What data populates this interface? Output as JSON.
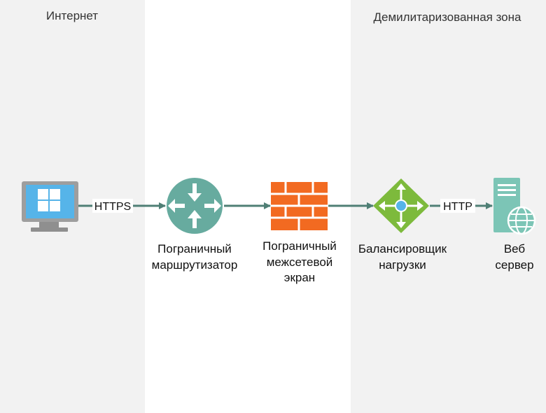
{
  "zones": {
    "internet": "Интернет",
    "dmz": "Демилитаризованная зона"
  },
  "nodes": {
    "client": {
      "icon": "windows-computer-icon"
    },
    "router": {
      "label_lines": [
        "Пограничный",
        "маршрутизатор"
      ],
      "icon": "router-icon"
    },
    "firewall": {
      "label_lines": [
        "Пограничный",
        "межсетевой",
        "экран"
      ],
      "icon": "firewall-icon"
    },
    "balancer": {
      "label_lines": [
        "Балансировщик",
        "нагрузки"
      ],
      "icon": "load-balancer-icon"
    },
    "webserver": {
      "label_lines": [
        "Веб",
        "сервер"
      ],
      "icon": "web-server-icon"
    }
  },
  "edges": {
    "client_router": "HTTPS",
    "balancer_server": "HTTP"
  },
  "colors": {
    "zone_bg": "#f2f2f2",
    "connector": "#4f7f75",
    "router": "#67ab9f",
    "firewall": "#f26a21",
    "balancer": "#7dba3c",
    "screen": "#56b4e9",
    "server": "#7cc5b6"
  }
}
